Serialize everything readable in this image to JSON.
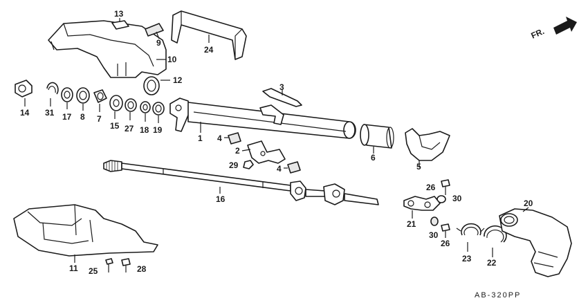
{
  "diagram": {
    "labels": {
      "p1": "1",
      "p2": "2",
      "p3": "3",
      "p4a": "4",
      "p4b": "4",
      "p5": "5",
      "p6": "6",
      "p7": "7",
      "p8": "8",
      "p9": "9",
      "p10": "10",
      "p11": "11",
      "p12": "12",
      "p13": "13",
      "p14": "14",
      "p15": "15",
      "p16": "16",
      "p17": "17",
      "p18": "18",
      "p19": "19",
      "p20": "20",
      "p21": "21",
      "p22": "22",
      "p23": "23",
      "p24": "24",
      "p25": "25",
      "p26a": "26",
      "p26b": "26",
      "p27": "27",
      "p28": "28",
      "p29": "29",
      "p30a": "30",
      "p30b": "30",
      "p31": "31"
    },
    "direction_label": "FR.",
    "drawing_code": "AB-320PP"
  }
}
